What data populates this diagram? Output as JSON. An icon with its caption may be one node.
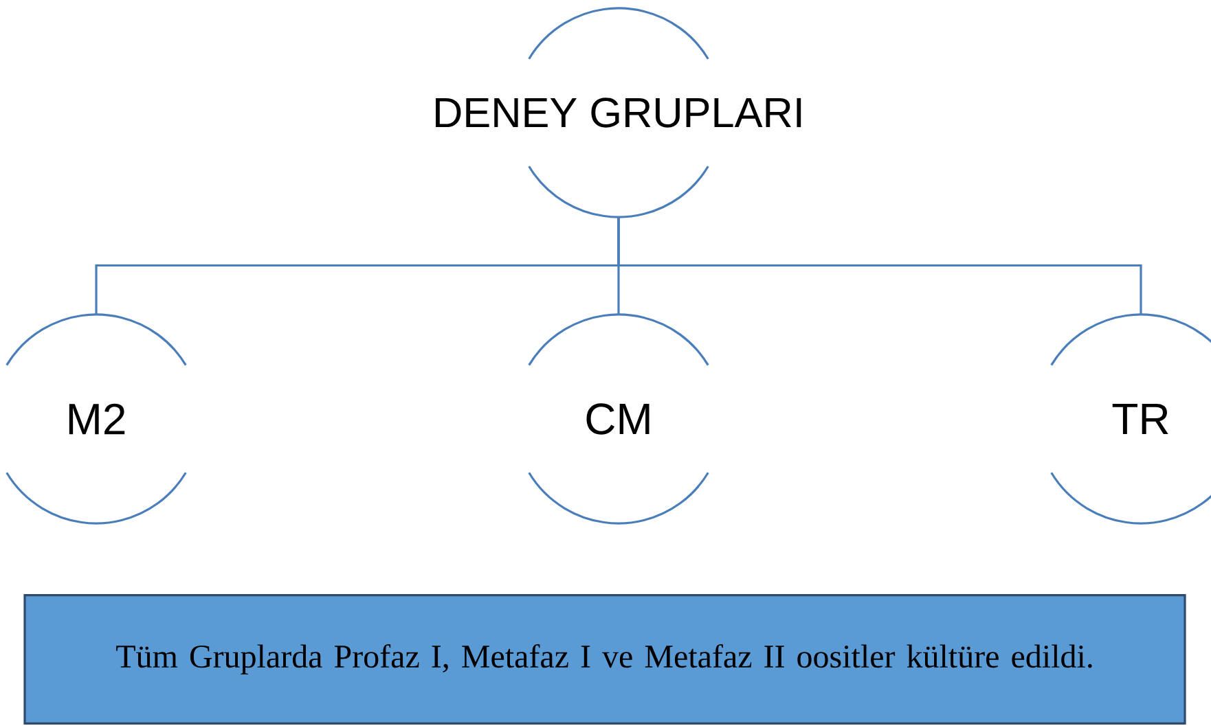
{
  "diagram": {
    "nodes": [
      {
        "text": [
          "DENEY GRUPLARI"
        ]
      },
      {
        "text": [
          "M2"
        ]
      },
      {
        "text": [
          "CM"
        ]
      },
      {
        "text": [
          "TR"
        ]
      },
      {
        "text": [
          "Tüm Gruplarda Profaz I, Metafaz I ve Metafaz II oositler kültüre edildi."
        ]
      }
    ],
    "edges": [
      {
        "from": 0,
        "to": 1,
        "arrow": "none"
      },
      {
        "from": 0,
        "to": 2,
        "arrow": "none"
      },
      {
        "from": 0,
        "to": 3,
        "arrow": "none"
      }
    ]
  }
}
